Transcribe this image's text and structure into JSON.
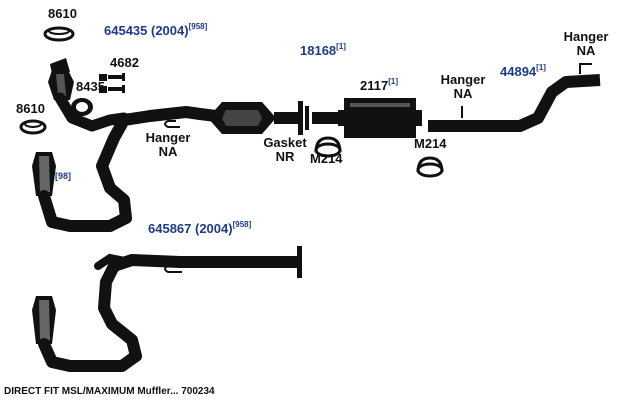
{
  "parts": {
    "clamp_top": "8610",
    "converter_top": {
      "number": "645435 (2004)",
      "ref": "[958]"
    },
    "gasket_4682": "4682",
    "gasket_8435": "8435",
    "clamp_left": "8610",
    "converter_left_ref": "[98]",
    "hanger_left": {
      "line1": "Hanger",
      "line2": "NA"
    },
    "gasket_nr": {
      "line1": "Gasket",
      "line2": "NR"
    },
    "clamp_m214_left": "M214",
    "pipe_18168": {
      "number": "18168",
      "ref": "[1]"
    },
    "muffler_2117": {
      "number": "2117",
      "ref": "[1]"
    },
    "clamp_m214_right": "M214",
    "hanger_mid": {
      "line1": "Hanger",
      "line2": "NA"
    },
    "tailpipe_44894": {
      "number": "44894",
      "ref": "[1]"
    },
    "hanger_right": {
      "line1": "Hanger",
      "line2": "NA"
    },
    "converter_bottom": {
      "number": "645867 (2004)",
      "ref": "[958]"
    }
  },
  "footer": "DIRECT FIT MSL/MAXIMUM Muffler... 700234",
  "colors": {
    "ink": "#111111",
    "part_number": "#1f3a8a",
    "background": "#ffffff"
  }
}
